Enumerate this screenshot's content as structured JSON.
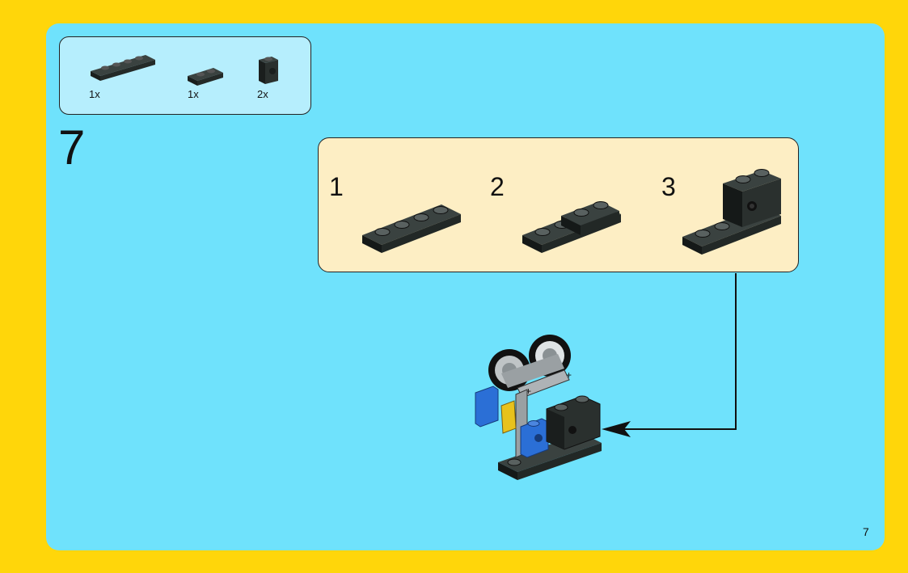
{
  "parts_list": [
    {
      "icon": "plate-1x4-black-icon",
      "qty": "1x"
    },
    {
      "icon": "plate-1x2-black-icon",
      "qty": "1x"
    },
    {
      "icon": "brick-1x1-with-side-stud-black-icon",
      "qty": "2x"
    }
  ],
  "step_number": "7",
  "substeps": [
    {
      "num": "1",
      "icon": "plate-1x4-icon"
    },
    {
      "num": "2",
      "icon": "plate-with-brick-icon"
    },
    {
      "num": "3",
      "icon": "plate-with-stacked-bricks-icon"
    }
  ],
  "assembly_icon": "wheel-assembly-icon",
  "page_number": "7",
  "colors": {
    "background_frame": "#FFD60A",
    "page": "#6FE2FC",
    "parts_box": "#B6EEFD",
    "substeps_box": "#FDEEC4",
    "brick": "#2C3331"
  }
}
